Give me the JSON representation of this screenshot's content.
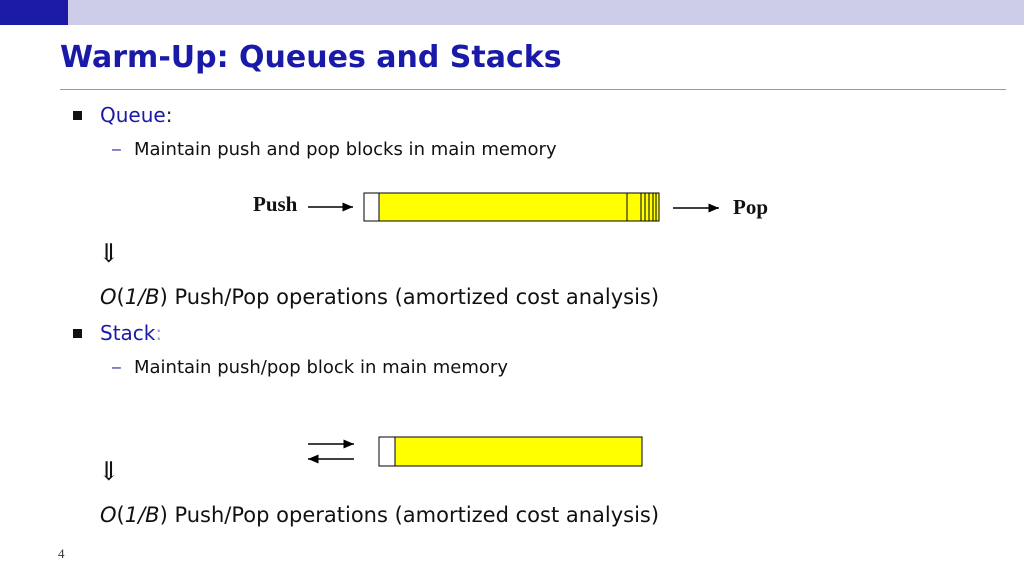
{
  "header": {
    "title": "Warm-Up: Queues and Stacks"
  },
  "queue": {
    "heading": "Queue",
    "colon": ":",
    "detail": "Maintain push and pop blocks in main memory",
    "push_label": "Push",
    "pop_label": "Pop",
    "implies": "⇓",
    "formula_o": "O",
    "formula_paren_open": "(",
    "formula_arg": "1/B",
    "formula_rest": ") Push/Pop operations (amortized cost analysis)"
  },
  "stack": {
    "heading": "Stack",
    "colon": ":",
    "detail": "Maintain push/pop block in main memory",
    "implies": "⇓",
    "formula_o": "O",
    "formula_paren_open": "(",
    "formula_arg": "1/B",
    "formula_rest": ") Push/Pop operations (amortized cost analysis)"
  },
  "footer": {
    "page_number": "4"
  },
  "colors": {
    "accent": "#1a1aa8",
    "topbar": "#cdcdea",
    "topbar_square": "#1a1aa6",
    "block_fill": "#ffff00"
  }
}
